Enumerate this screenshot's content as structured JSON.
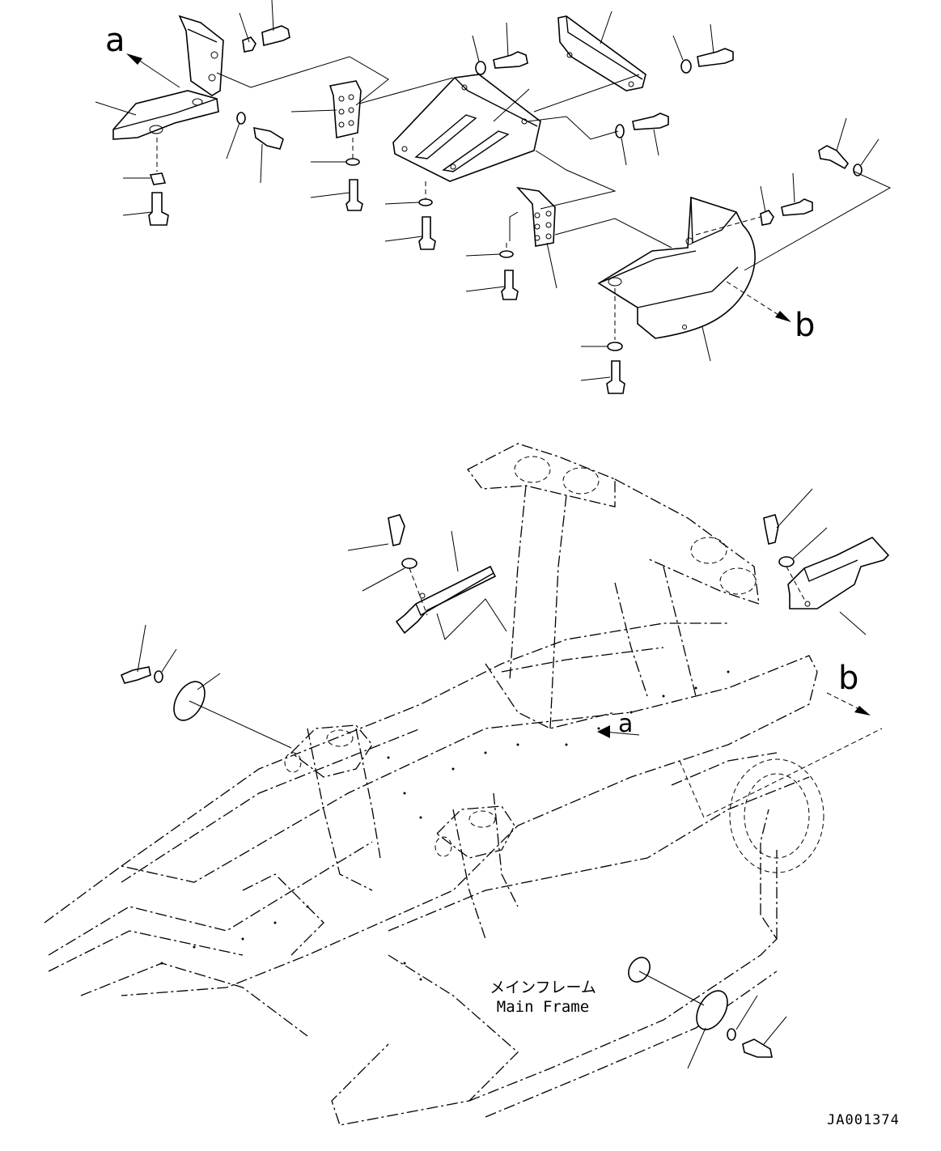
{
  "diagram": {
    "drawing_number": "JA001374",
    "main_frame_label_jp": "メインフレーム",
    "main_frame_label_en": "Main Frame",
    "view_refs": {
      "a_top": "a",
      "b_top": "b",
      "a_frame": "a",
      "b_frame": "b"
    }
  }
}
